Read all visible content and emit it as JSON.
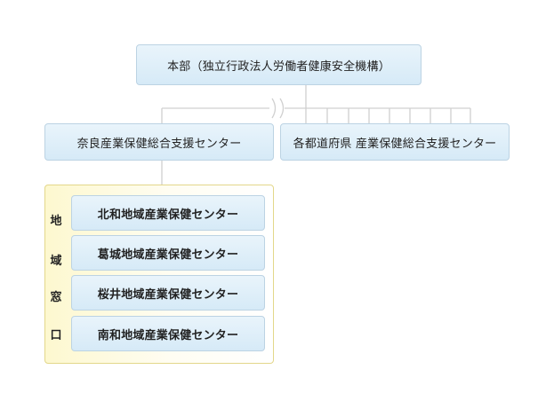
{
  "headquarters": {
    "label": "本部（独立行政法人労働者健康安全機構）"
  },
  "nara_center": {
    "label": "奈良産業保健総合支援センター"
  },
  "prefecture_centers": {
    "label": "各都道府県 産業保健総合支援センター"
  },
  "regional": {
    "side_label_chars": [
      "地",
      "域",
      "窓",
      "口"
    ],
    "offices": [
      "北和地域産業保健センター",
      "葛城地域産業保健センター",
      "桜井地域産業保健センター",
      "南和地域産業保健センター"
    ]
  },
  "colors": {
    "box_fill_top": "#e9f4fb",
    "box_fill_bottom": "#d6eaf7",
    "box_border": "#bcd3e3",
    "regional_fill": "#fdf8cf",
    "regional_border": "#e3d78a",
    "connector": "#d0d0d0"
  }
}
